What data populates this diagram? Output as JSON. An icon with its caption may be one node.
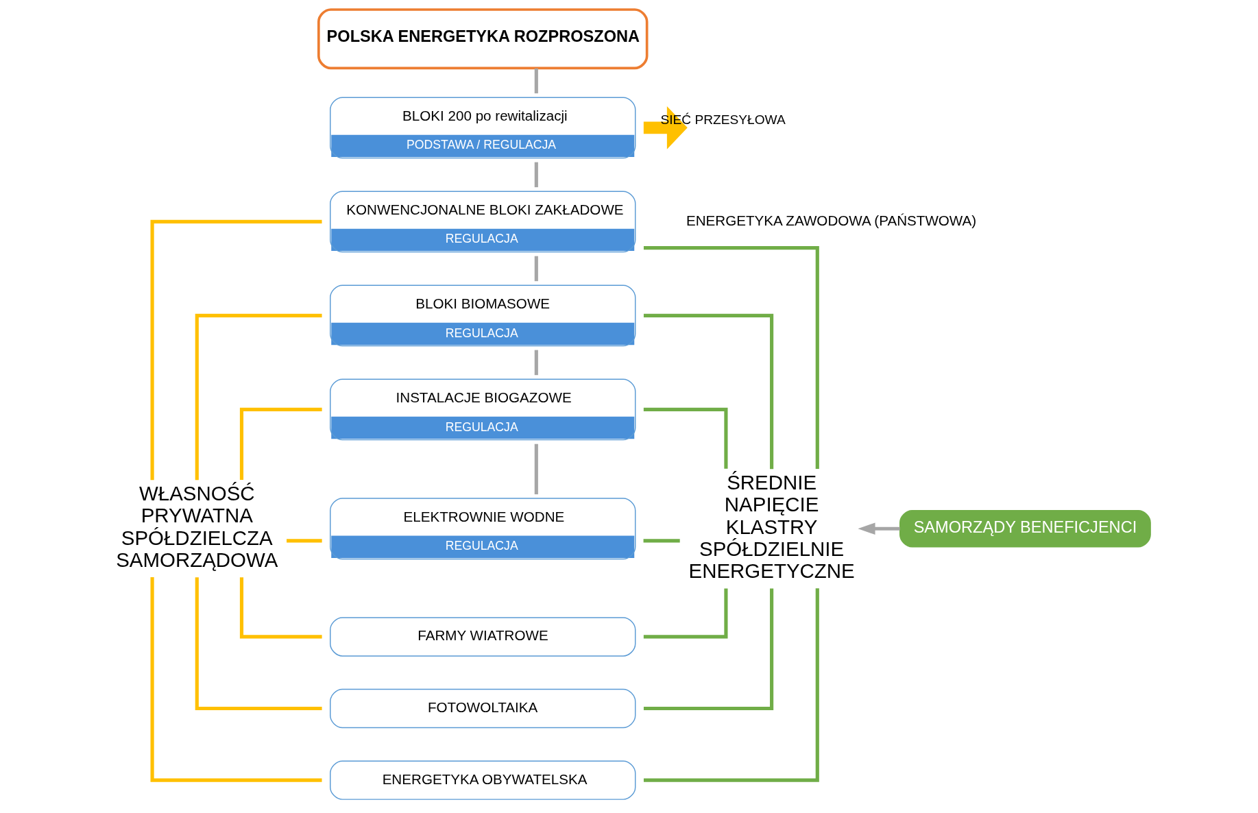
{
  "diagram": {
    "nodes": [
      {
        "text": [
          "POLSKA ENERGETYKA ROZPROSZONA"
        ]
      },
      {
        "text": [
          "BLOKI 200 po rewitalizacji",
          "PODSTAWA / REGULACJA"
        ]
      },
      {
        "text": [
          "KONWENCJONALNE BLOKI ZAKŁADOWE",
          "REGULACJA"
        ]
      },
      {
        "text": [
          "BLOKI BIOMASOWE",
          "REGULACJA"
        ]
      },
      {
        "text": [
          "INSTALACJE BIOGAZOWE",
          "REGULACJA"
        ]
      },
      {
        "text": [
          "ELEKTROWNIE WODNE",
          "REGULACJA"
        ]
      },
      {
        "text": [
          "FARMY WIATROWE"
        ]
      },
      {
        "text": [
          "FOTOWOLTAIKA"
        ]
      },
      {
        "text": [
          "ENERGETYKA OBYWATELSKA"
        ]
      },
      {
        "text": [
          "WŁASNOŚĆ PRYWATNA SPÓŁDZIELCZA SAMORZĄDOWA"
        ]
      },
      {
        "text": [
          "ŚREDNIE NAPIĘCIE KLASTRY SPÓŁDZIELNIE ENERGETYCZNE"
        ]
      },
      {
        "text": [
          "SAMORZĄDY BENEFICJENCI"
        ]
      }
    ],
    "edges": [
      {
        "from": 0,
        "to": 1,
        "arrow": "none",
        "color": "#a6a6a6"
      },
      {
        "from": 1,
        "to": 2,
        "arrow": "none",
        "color": "#a6a6a6"
      },
      {
        "from": 2,
        "to": 3,
        "arrow": "none",
        "color": "#a6a6a6"
      },
      {
        "from": 3,
        "to": 4,
        "arrow": "none",
        "color": "#a6a6a6"
      },
      {
        "from": 4,
        "to": 5,
        "arrow": "none",
        "color": "#a6a6a6"
      },
      {
        "from": 1,
        "to": null,
        "arrow": "to",
        "label": "SIEĆ PRZESYŁOWA",
        "style": "thick",
        "color": "#ffc000"
      },
      {
        "from": 9,
        "to": 2,
        "arrow": "none",
        "color": "#ffc000"
      },
      {
        "from": 9,
        "to": 3,
        "arrow": "none",
        "color": "#ffc000"
      },
      {
        "from": 9,
        "to": 4,
        "arrow": "none",
        "color": "#ffc000"
      },
      {
        "from": 9,
        "to": 5,
        "arrow": "none",
        "color": "#ffc000"
      },
      {
        "from": 9,
        "to": 6,
        "arrow": "none",
        "color": "#ffc000"
      },
      {
        "from": 9,
        "to": 7,
        "arrow": "none",
        "color": "#ffc000"
      },
      {
        "from": 9,
        "to": 8,
        "arrow": "none",
        "color": "#ffc000"
      },
      {
        "from": 10,
        "to": 2,
        "arrow": "none",
        "color": "#70ad47"
      },
      {
        "from": 10,
        "to": 3,
        "arrow": "none",
        "color": "#70ad47"
      },
      {
        "from": 10,
        "to": 4,
        "arrow": "none",
        "color": "#70ad47"
      },
      {
        "from": 10,
        "to": 5,
        "arrow": "none",
        "color": "#70ad47"
      },
      {
        "from": 10,
        "to": 6,
        "arrow": "none",
        "color": "#70ad47"
      },
      {
        "from": 10,
        "to": 7,
        "arrow": "none",
        "color": "#70ad47"
      },
      {
        "from": 10,
        "to": 8,
        "arrow": "none",
        "color": "#70ad47"
      },
      {
        "from": 11,
        "to": 10,
        "arrow": "to",
        "color": "#a6a6a6"
      }
    ],
    "labels": [
      "ENERGETYKA ZAWODOWA (PAŃSTWOWA)"
    ]
  }
}
